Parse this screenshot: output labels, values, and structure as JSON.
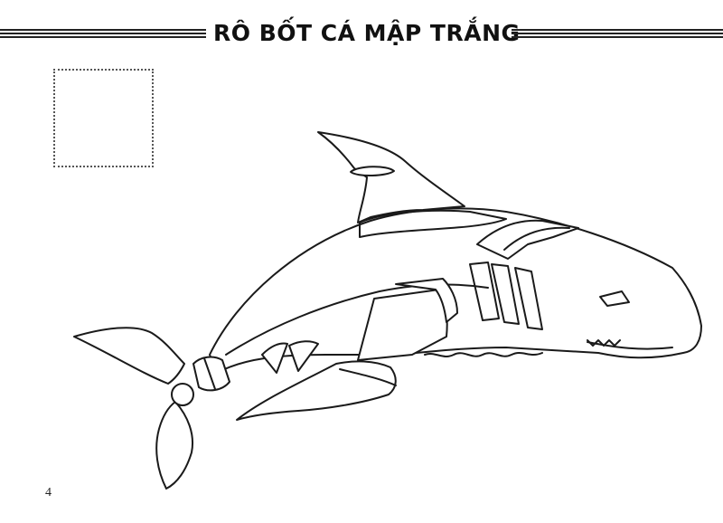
{
  "page": {
    "title": "RÔ BỐT CÁ MẬP TRẮNG",
    "page_number": "4"
  },
  "colors": {
    "ink": "#1a1a1a",
    "paper": "#ffffff"
  },
  "illustration": {
    "subject": "robot-shark-coloring-outline"
  }
}
